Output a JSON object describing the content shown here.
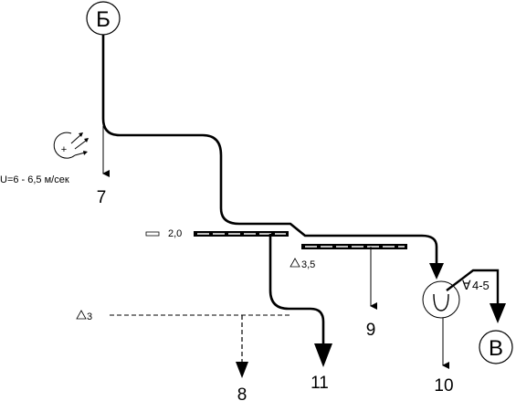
{
  "nodes": {
    "start_label": "Б",
    "end_label": "В"
  },
  "outputs": {
    "o7": "7",
    "o8": "8",
    "o9": "9",
    "o10": "10",
    "o11": "11"
  },
  "annotations": {
    "speed": "U=6 - 6,5 м/сек",
    "screen1": "2,0",
    "screen2": "3,5",
    "branch8": "3",
    "pump": "4-5"
  }
}
